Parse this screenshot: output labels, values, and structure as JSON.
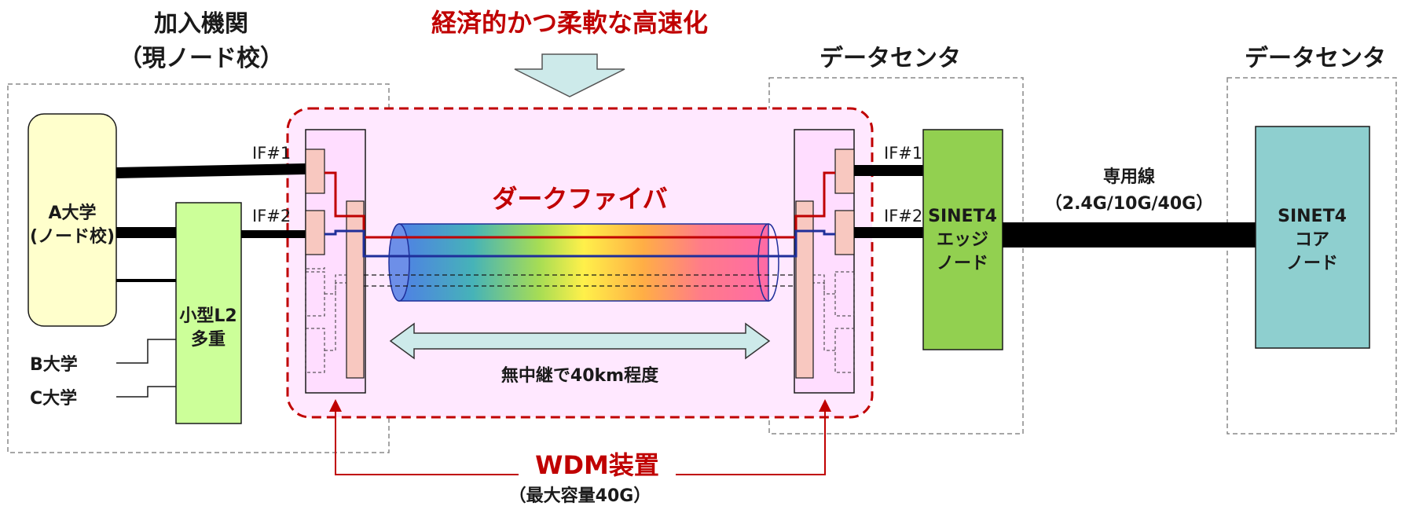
{
  "title": "経済的かつ柔軟な高速化",
  "member_site": {
    "title_line1": "加入機関",
    "title_line2": "（現ノード校）",
    "univ_a_line1": "A大学",
    "univ_a_line2": "(ノード校)",
    "univ_b": "B大学",
    "univ_c": "C大学",
    "l2_line1": "小型L2",
    "l2_line2": "多重"
  },
  "dark_fiber": {
    "label": "ダークファイバ",
    "distance": "無中継で40km程度"
  },
  "interfaces": {
    "if1": "IF#1",
    "if2": "IF#2"
  },
  "datacenter_edge": {
    "title": "データセンタ",
    "node_line1": "SINET4",
    "node_line2": "エッジ",
    "node_line3": "ノード"
  },
  "leased_line": {
    "line1": "専用線",
    "line2": "（2.4G/10G/40G）"
  },
  "datacenter_core": {
    "title": "データセンタ",
    "node_line1": "SINET4",
    "node_line2": "コア",
    "node_line3": "ノード"
  },
  "wdm": {
    "label": "WDM装置",
    "capacity": "（最大容量40G）"
  },
  "colors": {
    "accent_red": "#c00000",
    "blue_line": "#1f2f9a",
    "univ_box": "#ffffcc",
    "l2_box": "#ccff99",
    "edge_node": "#92d050",
    "core_node": "#8ecfcf",
    "wdm_panel": "#ffddff",
    "wdm_port": "#f8c8c0",
    "arrow_fill": "#cdeaea"
  }
}
